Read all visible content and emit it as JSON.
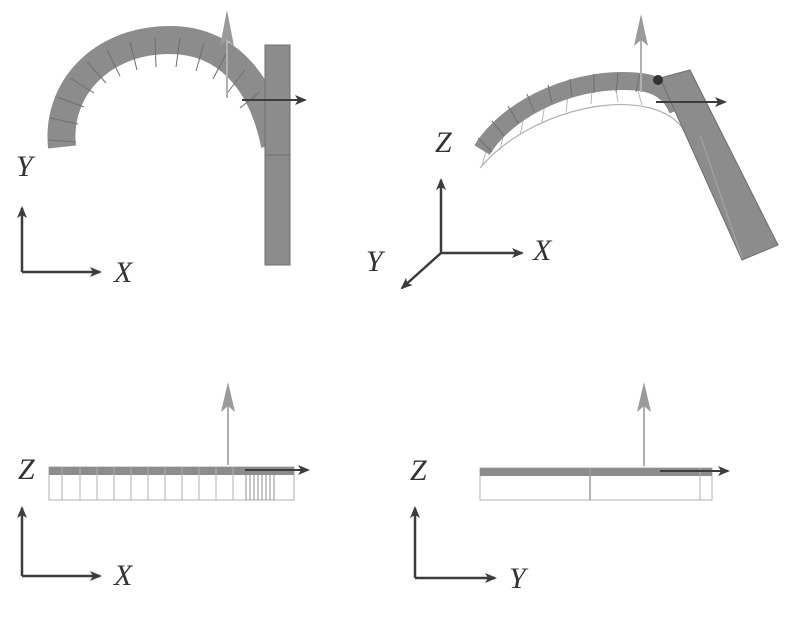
{
  "colors": {
    "axis": "#3c3c3c",
    "force_vector": "#9a9a9a",
    "moment_vector": "#3c3c3c",
    "tube_fill": "#8c8c8c",
    "tube_edge": "#6e6e6e",
    "wire": "#a8a8a8"
  },
  "views": [
    {
      "id": "top-view",
      "axes": {
        "horizontal": "X",
        "vertical": "Y"
      }
    },
    {
      "id": "isometric-view",
      "axes": {
        "horizontal": "X",
        "vertical": "Z",
        "depth": "Y"
      }
    },
    {
      "id": "front-view",
      "axes": {
        "horizontal": "X",
        "vertical": "Z"
      }
    },
    {
      "id": "side-view",
      "axes": {
        "horizontal": "Y",
        "vertical": "Z"
      }
    }
  ]
}
